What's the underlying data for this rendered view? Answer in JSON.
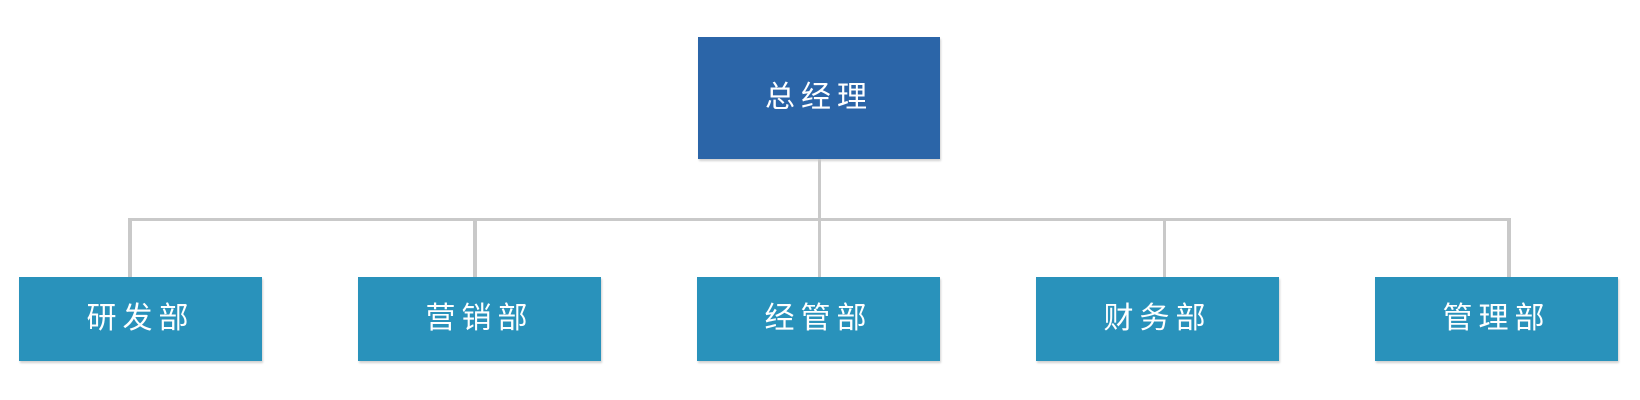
{
  "diagram": {
    "type": "org-chart",
    "root": {
      "label": "总经理"
    },
    "departments": [
      {
        "label": "研发部"
      },
      {
        "label": "营销部"
      },
      {
        "label": "经管部"
      },
      {
        "label": "财务部"
      },
      {
        "label": "管理部"
      }
    ],
    "colors": {
      "root_fill": "#2b65a8",
      "department_fill": "#2992bb",
      "connector": "#c9c9c9",
      "label_text": "#ffffff",
      "background": "#ffffff"
    }
  }
}
